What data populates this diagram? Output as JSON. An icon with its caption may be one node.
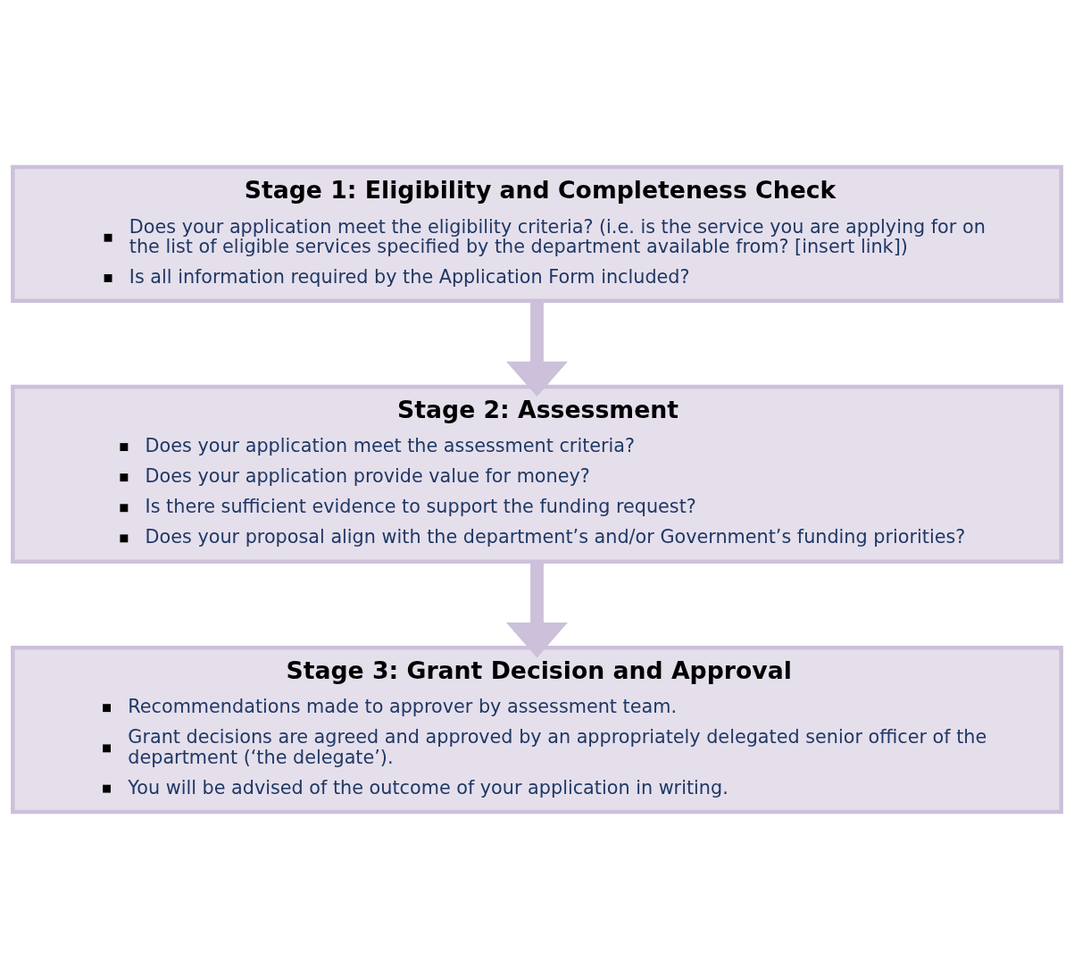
{
  "diagram": {
    "nodes": [
      {
        "text": [
          "Stage 1: Eligibility and Completeness Check",
          "Does your application meet the eligibility criteria? (i.e. is the service you are applying for on the list of eligible services specified by the department available from? [insert link])",
          "Is all information required by the Application Form included?"
        ]
      },
      {
        "text": [
          "Stage 2: Assessment",
          "Does your application meet the assessment criteria?",
          "Does your application provide value for money?",
          "Is there sufficient evidence to support the funding request?",
          "Does your proposal align with the department’s and/or Government’s funding priorities?"
        ]
      },
      {
        "text": [
          "Stage 3: Grant Decision and Approval",
          "Recommendations made to approver by assessment team.",
          "Grant decisions are agreed and approved by an appropriately delegated senior officer of the department (‘the delegate’).",
          "You will be advised of the outcome of your application in writing."
        ]
      }
    ],
    "edges": [
      {
        "from": 0,
        "to": 1,
        "arrow": "to"
      },
      {
        "from": 1,
        "to": 2,
        "arrow": "to"
      }
    ]
  }
}
